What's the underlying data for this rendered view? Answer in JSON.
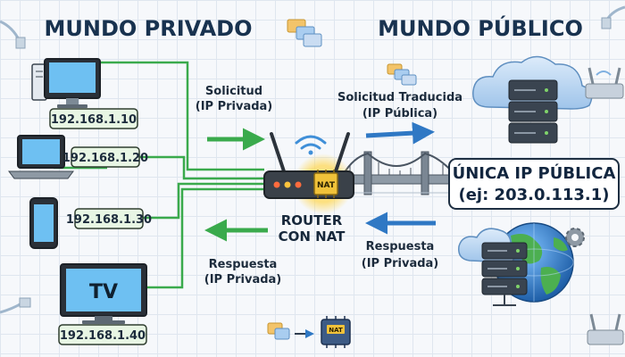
{
  "titles": {
    "private_world": "MUNDO PRIVADO",
    "public_world": "MUNDO PÚBLICO"
  },
  "devices": [
    {
      "name": "desktop",
      "ip": "192.168.1.10"
    },
    {
      "name": "laptop",
      "ip": "192.168.1.20"
    },
    {
      "name": "smartphone",
      "ip": "192.168.1.30"
    },
    {
      "name": "tv",
      "ip": "192.168.1.40",
      "screen_label": "TV"
    }
  ],
  "router": {
    "chip_label": "NAT",
    "label_line1": "ROUTER",
    "label_line2": "CON NAT"
  },
  "flows": {
    "request": {
      "line1": "Solicitud",
      "line2": "(IP Privada)"
    },
    "translated_request": {
      "line1": "Solicitud Traducida",
      "line2": "(IP Pública)"
    },
    "response_in": {
      "line1": "Respuesta",
      "line2": "(IP Privada)"
    },
    "response_out": {
      "line1": "Respuesta",
      "line2": "(IP Privada)"
    }
  },
  "public_ip": {
    "line1": "ÚNICA IP PÚBLICA",
    "line2": "(ej: 203.0.113.1)"
  },
  "mini_chip_label": "NAT",
  "colors": {
    "private_wire": "#3aaa4c",
    "public_arrow": "#2f78c4",
    "title": "#18324f",
    "ip_box_fill": "#e8f6e4",
    "ip_box_stroke": "#2f3d2f",
    "router_glow": "#ffd54a"
  }
}
